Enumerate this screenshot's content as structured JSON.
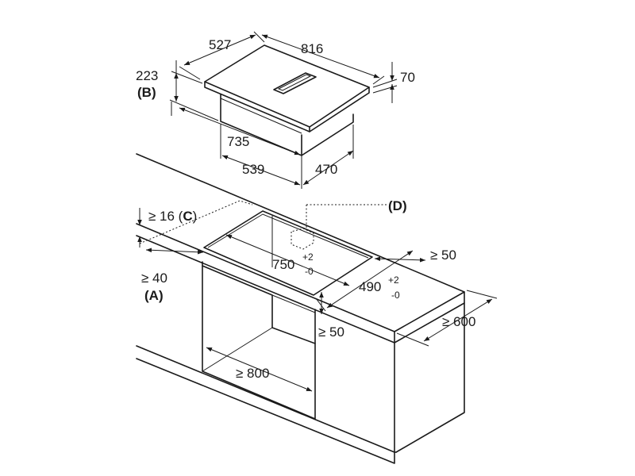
{
  "hob": {
    "depth": "527",
    "width": "816",
    "top_height": "70",
    "body_height": "223",
    "ref_b": "(B)",
    "body_width": "735",
    "body_depth": "539",
    "rear_offset": "470"
  },
  "cutout": {
    "ref_d": "(D)",
    "margin_top": "≥ 16 (",
    "ref_c": "C",
    "margin_top_close": ")",
    "front_gap": "≥ 40",
    "ref_a": "(A)",
    "rear_gap": "≥ 50",
    "width": "750",
    "width_tol_plus": "+2",
    "width_tol_minus": "-0",
    "depth": "490",
    "depth_tol_plus": "+2",
    "depth_tol_minus": "-0",
    "cabinet_gap": "≥ 50",
    "counter_depth": "≥ 600",
    "cabinet_width": "≥ 800"
  }
}
